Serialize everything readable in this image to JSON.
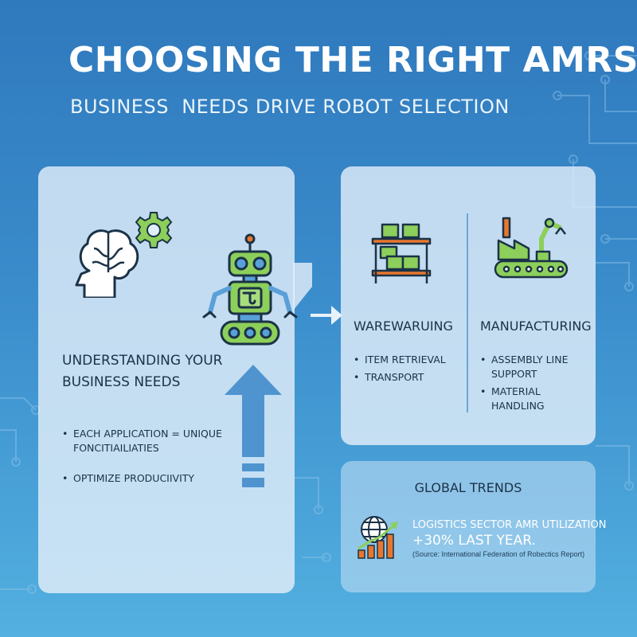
{
  "header": {
    "title": "CHOOSING THE RIGHT AMRS",
    "subtitle": "BUSINESS  NEEDS DRIVE ROBOT SELECTION"
  },
  "needs_panel": {
    "heading": "UNDERSTANDING YOUR BUSINESS NEEDS",
    "bullets": [
      "EACH APPLICATION = UNIQUE FONCITIAILIATIES",
      "OPTIMIZE PRODUCIIVITY"
    ]
  },
  "applications": {
    "warehousing": {
      "heading": "WAREWARUING",
      "bullets": [
        "ITEM RETRIEVAL",
        "TRANSPORT"
      ]
    },
    "manufacturing": {
      "heading": "MANUFACTURING",
      "bullets": [
        "ASSEMBLY LINE SUPPORT",
        "MATERIAL HANDLING"
      ]
    }
  },
  "trends": {
    "heading": "GLOBAL TRENDS",
    "line1": "LOGISTICS SECTOR AMR UTILIZATION",
    "line2": "+30% LAST YEAR.",
    "source": "(Source: International Federation of Robectics Report)"
  },
  "colors": {
    "background_top": "#2f79bd",
    "background_bottom": "#53b0e0",
    "accent_green": "#8ccf5a",
    "icon_outline": "#1b3247",
    "text_dark": "#1b3247",
    "arrow_blue": "#4f94cf",
    "chart_orange": "#e8772e"
  },
  "icons": [
    "brain-icon",
    "gear-icon",
    "robot-icon",
    "up-arrow-icon",
    "right-arrow-icon",
    "warehouse-shelf-icon",
    "factory-robot-arm-icon",
    "globe-growth-chart-icon"
  ]
}
